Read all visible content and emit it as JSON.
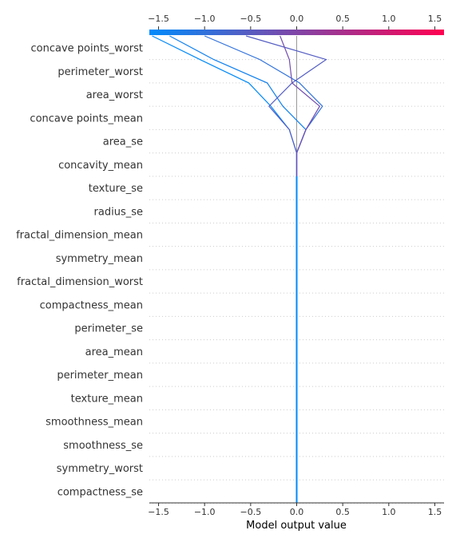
{
  "chart_data": {
    "type": "line",
    "title": "",
    "xlabel": "Model output value",
    "ylabel": "",
    "xlim": [
      -1.6,
      1.6
    ],
    "xticks": [
      "−1.5",
      "−1.0",
      "−0.5",
      "0.0",
      "0.5",
      "1.0",
      "1.5"
    ],
    "xtick_values": [
      -1.5,
      -1.0,
      -0.5,
      0.0,
      0.5,
      1.0,
      1.5
    ],
    "base_value": 0.0,
    "grid": "dotted horizontal per feature",
    "colorbar": {
      "position": "top",
      "range": [
        -1.6,
        1.6
      ],
      "colors": [
        "#008bfb",
        "#ff0051"
      ]
    },
    "features": [
      "concave points_worst",
      "perimeter_worst",
      "area_worst",
      "concave points_mean",
      "area_se",
      "concavity_mean",
      "texture_se",
      "radius_se",
      "fractal_dimension_mean",
      "symmetry_mean",
      "fractal_dimension_worst",
      "compactness_mean",
      "perimeter_se",
      "area_mean",
      "perimeter_mean",
      "texture_mean",
      "smoothness_mean",
      "smoothness_se",
      "symmetry_worst",
      "compactness_se"
    ],
    "series": [
      {
        "final": -1.57,
        "points": [
          -1.05,
          -0.52,
          -0.28,
          -0.08,
          0.0
        ]
      },
      {
        "final": -1.38,
        "points": [
          -0.9,
          -0.32,
          -0.15,
          0.1,
          0.0
        ]
      },
      {
        "final": -1.0,
        "points": [
          -0.4,
          0.03,
          0.28,
          0.1,
          0.0
        ]
      },
      {
        "final": -0.55,
        "points": [
          0.32,
          -0.05,
          -0.3,
          -0.08,
          0.0
        ]
      },
      {
        "final": -0.18,
        "points": [
          -0.08,
          -0.05,
          0.25,
          0.1,
          0.0
        ]
      }
    ]
  }
}
